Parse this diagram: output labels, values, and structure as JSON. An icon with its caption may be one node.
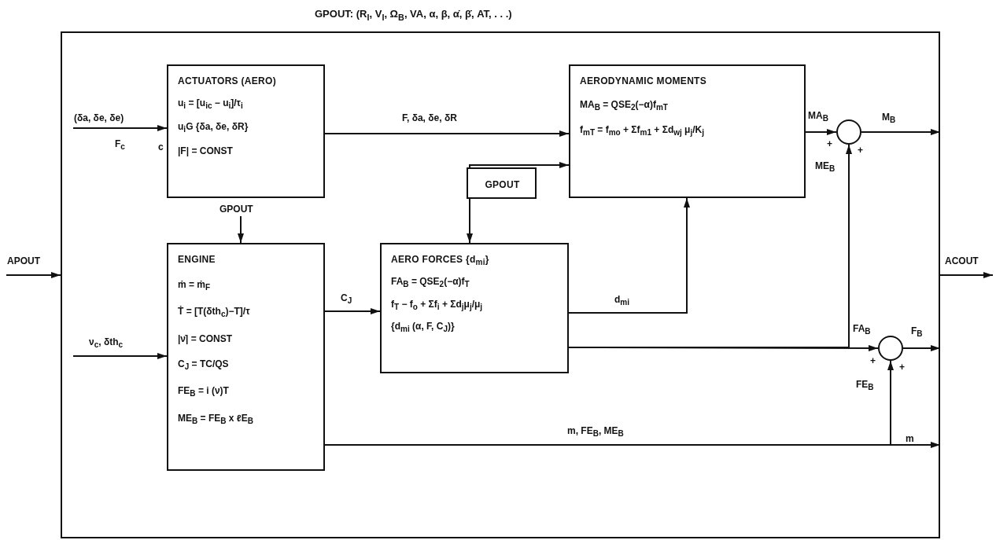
{
  "diagram": {
    "title": "GPOUT:  (R$_{I}$,  V$_{I}$,  Ω$_{B}$,  VA,  α,  β,  α̇,  β̇,  AT,  . . .)",
    "nodes": [
      {
        "text": [],
        "shape": "box"
      },
      {
        "text": [
          "ACTUATORS (AERO)",
          "u$_{i}$ = [u$_{ic}$ − u$_{i}$]/τ$_{i}$",
          "u$_{i}$G {δa, δe, δR}",
          "|F| = CONST"
        ],
        "beside": [
          "c"
        ],
        "in": 0
      },
      {
        "text": [
          "AERODYNAMIC MOMENTS",
          "MA$_{B}$ = QSE$_{2}$(−α)f$_{mT}$",
          "f$_{mT}$ = f$_{mo}$ + Σf$_{m1}$ + Σd$_{wj}$ μ$_{j}$/K$_{j}$"
        ],
        "in": 0
      },
      {
        "text": [
          "GPOUT"
        ],
        "in": 0
      },
      {
        "text": [
          "ENGINE",
          "ṁ = ṁ$_{F}$",
          "Ṫ = [T(δth$_{c}$)−T]/τ",
          "|ν̇| = CONST",
          "C$_{J}$ = TC/QS",
          "FE$_{B}$ = i (ν)T",
          "ME$_{B}$ = FE$_{B}$ x ℓE$_{B}$"
        ],
        "in": 0
      },
      {
        "text": [
          "AERO FORCES {d$_{mi}$}",
          "FA$_{B}$ = QSE$_{2}$(−α)f$_{T}$",
          "f$_{T}$ − f$_{o}$ + Σf$_{i}$ + Σd$_{j}$μ$_{j}$/μ$_{j}$",
          "{d$_{mi}$ (α, F, C$_{J}$)}"
        ],
        "in": 0
      },
      {
        "text": [],
        "shape": "circle",
        "in": 0
      },
      {
        "text": [],
        "shape": "circle",
        "in": 0
      },
      {
        "text": [
          "GPOUT"
        ],
        "in": 0
      }
    ],
    "edges": [
      {
        "from": null,
        "to": 1,
        "arrow": "to",
        "label": "(δa, δe, δe)"
      },
      {
        "from": 1,
        "to": 2,
        "arrow": "to",
        "label": "F, δa, δe, δR"
      },
      {
        "from": 3,
        "to": 2,
        "arrow": "to"
      },
      {
        "from": 3,
        "to": 5,
        "arrow": "to"
      },
      {
        "from": 8,
        "to": 4,
        "arrow": "to"
      },
      {
        "from": null,
        "to": 4,
        "arrow": "to",
        "label": "ν$_{c}$, δth$_{c}$"
      },
      {
        "from": 4,
        "to": 5,
        "arrow": "to",
        "label": "C$_{J}$"
      },
      {
        "from": 5,
        "to": 2,
        "arrow": "to",
        "label": "d$_{mi}$"
      },
      {
        "from": 5,
        "to": 7,
        "arrow": "to",
        "label": "FA$_{B}$"
      },
      {
        "from": 2,
        "to": 6,
        "arrow": "to",
        "label": "MA$_{B}$"
      },
      {
        "from": 5,
        "to": 6,
        "arrow": "to",
        "label": "ME$_{B}$"
      },
      {
        "from": 6,
        "to": 0,
        "arrow": "to",
        "label": "M$_{B}$"
      },
      {
        "from": 7,
        "to": 0,
        "arrow": "to",
        "label": "F$_{B}$"
      },
      {
        "from": 4,
        "to": 0,
        "arrow": "to",
        "label": "m, FE$_{B}$, ME$_{B}$"
      },
      {
        "from": 4,
        "to": 7,
        "arrow": "to",
        "label": "FE$_{B}$"
      },
      {
        "from": null,
        "to": 0,
        "arrow": "to",
        "label": "APOUT"
      },
      {
        "from": 0,
        "to": null,
        "arrow": "to",
        "label": "ACOUT"
      }
    ],
    "labels": [
      "F$_{c}$",
      "+",
      "+",
      "+",
      "+",
      "m"
    ]
  }
}
